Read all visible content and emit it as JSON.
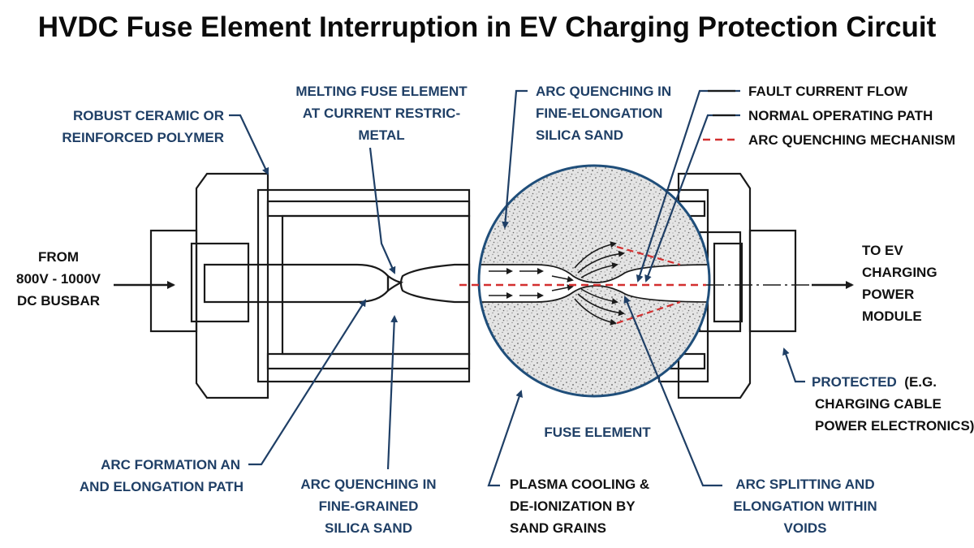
{
  "title": "HVDC Fuse Element Interruption in EV Charging Protection Circuit",
  "colors": {
    "label": "#1f3f66",
    "arc_quench": "#d32f2f",
    "outline": "#1a1a1a",
    "sand": "#e2e2e2",
    "circle": "#1f4e7a"
  },
  "labels": {
    "housing": [
      "ROBUST CERAMIC OR",
      "REINFORCED POLYMER"
    ],
    "melting": [
      "MELTING FUSE ELEMENT",
      "AT CURRENT RESTRIC-",
      "METAL"
    ],
    "quench_top": [
      "ARC QUENCHING IN",
      "FINE-ELONGATION",
      "SILICA SAND"
    ],
    "from": [
      "FROM",
      "800V - 1000V",
      "DC BUSBAR"
    ],
    "to": [
      "TO EV",
      "CHARGING",
      "POWER",
      "MODULE"
    ],
    "fuse_element": "FUSE ELEMENT",
    "protected": [
      "PROTECTED",
      "(E.G.",
      "CHARGING CABLE",
      "POWER ELECTRONICS)"
    ],
    "arc_formation": [
      "ARC FORMATION AN",
      "AND ELONGATION PATH"
    ],
    "quench_bottom": [
      "ARC QUENCHING IN",
      "FINE-GRAINED",
      "SILICA SAND"
    ],
    "plasma": [
      "PLASMA COOLING &",
      "DE-IONIZATION BY",
      "SAND GRAINS"
    ],
    "splitting": [
      "ARC SPLITTING AND",
      "ELONGATION WITHIN",
      "VOIDS"
    ]
  },
  "legend": [
    {
      "label": "FAULT CURRENT FLOW",
      "style": "solid-arrow"
    },
    {
      "label": "NORMAL OPERATING PATH",
      "style": "solid-line"
    },
    {
      "label": "ARC QUENCHING MECHANISM",
      "style": "dashed-red"
    }
  ]
}
